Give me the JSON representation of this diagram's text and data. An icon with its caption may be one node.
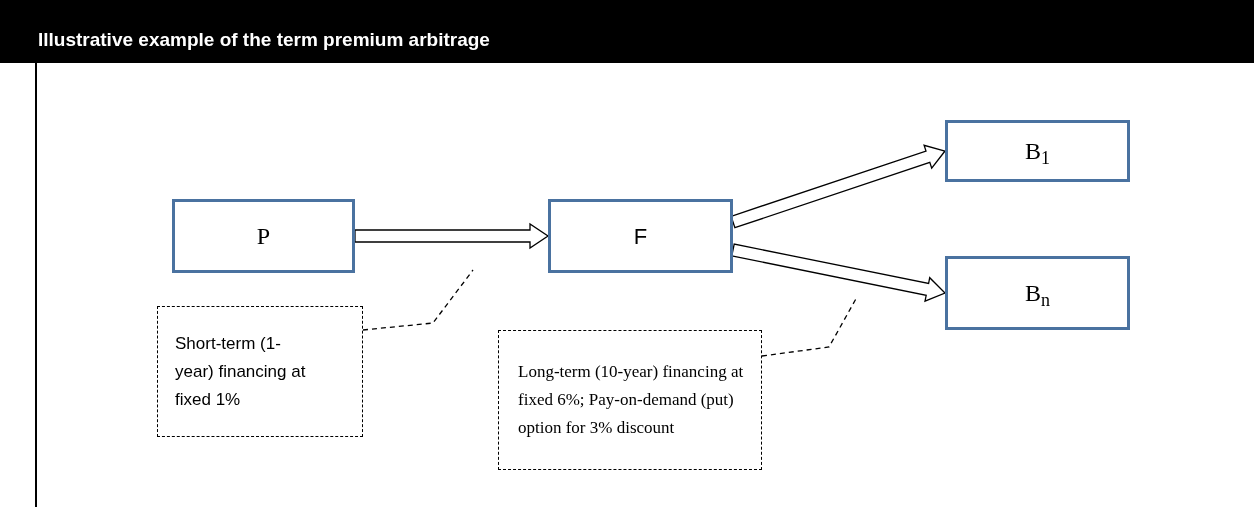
{
  "diagram": {
    "title": "Illustrative example of the term premium arbitrage",
    "nodes": [
      {
        "text": [
          "P"
        ]
      },
      {
        "text": [
          "F"
        ]
      },
      {
        "text": [
          "B$_{1}$"
        ]
      },
      {
        "text": [
          "B$_{n}$"
        ]
      },
      {
        "text": [
          "Short-term (1-year) financing at fixed 1%"
        ]
      },
      {
        "text": [
          "Long-term (10-year) financing at fixed 6%; Pay-on-demand (put) option for 3% discount"
        ]
      }
    ],
    "edges": [
      {
        "from": 0,
        "to": 1,
        "arrow": "to"
      },
      {
        "from": 1,
        "to": 2,
        "arrow": "to"
      },
      {
        "from": 1,
        "to": 3,
        "arrow": "to"
      },
      {
        "from": 4,
        "to": null,
        "arrow": "none",
        "style": "dashed"
      },
      {
        "from": 5,
        "to": null,
        "arrow": "none",
        "style": "dashed"
      }
    ]
  }
}
